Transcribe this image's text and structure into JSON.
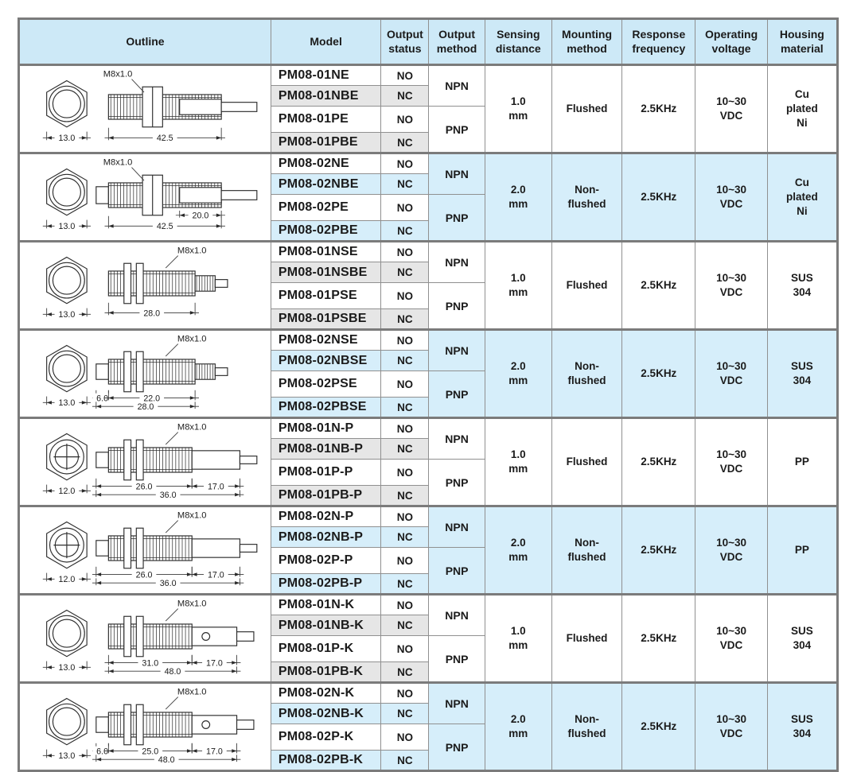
{
  "colors": {
    "header_bg": "#cde9f7",
    "row_blue": "#d6eefa",
    "row_gray": "#e6e6e6",
    "border_thick": "#7b7b7b",
    "border_thin": "#909090",
    "text": "#1b1b1b"
  },
  "header": {
    "columns": [
      "Outline",
      "Model",
      "Output\nstatus",
      "Output\nmethod",
      "Sensing\ndistance",
      "Mounting\nmethod",
      "Response\nfrequency",
      "Operating\nvoltage",
      "Housing\nmaterial"
    ]
  },
  "groups": [
    {
      "blue": false,
      "outline": {
        "style": "cable",
        "tip": false,
        "front": "circle",
        "thread": "M8x1.0",
        "hex": "13.0",
        "main": "42.5"
      },
      "rows": [
        {
          "model": "PM08-01NE",
          "output_status": "NO"
        },
        {
          "model": "PM08-01NBE",
          "output_status": "NC"
        },
        {
          "model": "PM08-01PE",
          "output_status": "NO"
        },
        {
          "model": "PM08-01PBE",
          "output_status": "NC"
        }
      ],
      "output_methods": [
        "NPN",
        "PNP"
      ],
      "sensing_distance": "1.0\nmm",
      "mounting_method": "Flushed",
      "response_frequency": "2.5KHz",
      "operating_voltage": "10~30\nVDC",
      "housing_material": "Cu\nplated\nNi"
    },
    {
      "blue": true,
      "outline": {
        "style": "cable",
        "tip": true,
        "front": "circle",
        "thread": "M8x1.0",
        "hex": "13.0",
        "main": "42.5",
        "sub": "20.0"
      },
      "rows": [
        {
          "model": "PM08-02NE",
          "output_status": "NO"
        },
        {
          "model": "PM08-02NBE",
          "output_status": "NC"
        },
        {
          "model": "PM08-02PE",
          "output_status": "NO"
        },
        {
          "model": "PM08-02PBE",
          "output_status": "NC"
        }
      ],
      "output_methods": [
        "NPN",
        "PNP"
      ],
      "sensing_distance": "2.0\nmm",
      "mounting_method": "Non-\nflushed",
      "response_frequency": "2.5KHz",
      "operating_voltage": "10~30\nVDC",
      "housing_material": "Cu\nplated\nNi"
    },
    {
      "blue": false,
      "outline": {
        "style": "stub",
        "tip": false,
        "front": "circle",
        "thread": "M8x1.0",
        "hex": "13.0",
        "main": "28.0"
      },
      "rows": [
        {
          "model": "PM08-01NSE",
          "output_status": "NO"
        },
        {
          "model": "PM08-01NSBE",
          "output_status": "NC"
        },
        {
          "model": "PM08-01PSE",
          "output_status": "NO"
        },
        {
          "model": "PM08-01PSBE",
          "output_status": "NC"
        }
      ],
      "output_methods": [
        "NPN",
        "PNP"
      ],
      "sensing_distance": "1.0\nmm",
      "mounting_method": "Flushed",
      "response_frequency": "2.5KHz",
      "operating_voltage": "10~30\nVDC",
      "housing_material": "SUS\n304"
    },
    {
      "blue": true,
      "outline": {
        "style": "stub",
        "tip": true,
        "front": "circle",
        "thread": "M8x1.0",
        "hex": "13.0",
        "tipdim": "6.0",
        "main": "22.0",
        "total": "28.0"
      },
      "rows": [
        {
          "model": "PM08-02NSE",
          "output_status": "NO"
        },
        {
          "model": "PM08-02NBSE",
          "output_status": "NC"
        },
        {
          "model": "PM08-02PSE",
          "output_status": "NO"
        },
        {
          "model": "PM08-02PBSE",
          "output_status": "NC"
        }
      ],
      "output_methods": [
        "NPN",
        "PNP"
      ],
      "sensing_distance": "2.0\nmm",
      "mounting_method": "Non-\nflushed",
      "response_frequency": "2.5KHz",
      "operating_voltage": "10~30\nVDC",
      "housing_material": "SUS\n304"
    },
    {
      "blue": false,
      "outline": {
        "style": "plastic",
        "tip": false,
        "front": "cross",
        "thread": "M8x1.0",
        "hex": "12.0",
        "main": "26.0",
        "sub": "17.0",
        "total": "36.0"
      },
      "rows": [
        {
          "model": "PM08-01N-P",
          "output_status": "NO"
        },
        {
          "model": "PM08-01NB-P",
          "output_status": "NC"
        },
        {
          "model": "PM08-01P-P",
          "output_status": "NO"
        },
        {
          "model": "PM08-01PB-P",
          "output_status": "NC"
        }
      ],
      "output_methods": [
        "NPN",
        "PNP"
      ],
      "sensing_distance": "1.0\nmm",
      "mounting_method": "Flushed",
      "response_frequency": "2.5KHz",
      "operating_voltage": "10~30\nVDC",
      "housing_material": "PP"
    },
    {
      "blue": true,
      "outline": {
        "style": "plastic",
        "tip": true,
        "front": "cross",
        "thread": "M8x1.0",
        "hex": "12.0",
        "main": "26.0",
        "sub": "17.0",
        "total": "36.0"
      },
      "rows": [
        {
          "model": "PM08-02N-P",
          "output_status": "NO"
        },
        {
          "model": "PM08-02NB-P",
          "output_status": "NC"
        },
        {
          "model": "PM08-02P-P",
          "output_status": "NO"
        },
        {
          "model": "PM08-02PB-P",
          "output_status": "NC"
        }
      ],
      "output_methods": [
        "NPN",
        "PNP"
      ],
      "sensing_distance": "2.0\nmm",
      "mounting_method": "Non-\nflushed",
      "response_frequency": "2.5KHz",
      "operating_voltage": "10~30\nVDC",
      "housing_material": "PP"
    },
    {
      "blue": false,
      "outline": {
        "style": "connector",
        "tip": false,
        "front": "circle",
        "thread": "M8x1.0",
        "hex": "13.0",
        "main": "31.0",
        "sub": "17.0",
        "total": "48.0"
      },
      "rows": [
        {
          "model": "PM08-01N-K",
          "output_status": "NO"
        },
        {
          "model": "PM08-01NB-K",
          "output_status": "NC"
        },
        {
          "model": "PM08-01P-K",
          "output_status": "NO"
        },
        {
          "model": "PM08-01PB-K",
          "output_status": "NC"
        }
      ],
      "output_methods": [
        "NPN",
        "PNP"
      ],
      "sensing_distance": "1.0\nmm",
      "mounting_method": "Flushed",
      "response_frequency": "2.5KHz",
      "operating_voltage": "10~30\nVDC",
      "housing_material": "SUS\n304"
    },
    {
      "blue": true,
      "outline": {
        "style": "connector",
        "tip": true,
        "front": "circle",
        "thread": "M8x1.0",
        "hex": "13.0",
        "tipdim": "6.0",
        "main": "25.0",
        "sub": "17.0",
        "total": "48.0"
      },
      "rows": [
        {
          "model": "PM08-02N-K",
          "output_status": "NO"
        },
        {
          "model": "PM08-02NB-K",
          "output_status": "NC"
        },
        {
          "model": "PM08-02P-K",
          "output_status": "NO"
        },
        {
          "model": "PM08-02PB-K",
          "output_status": "NC"
        }
      ],
      "output_methods": [
        "NPN",
        "PNP"
      ],
      "sensing_distance": "2.0\nmm",
      "mounting_method": "Non-\nflushed",
      "response_frequency": "2.5KHz",
      "operating_voltage": "10~30\nVDC",
      "housing_material": "SUS\n304"
    }
  ]
}
